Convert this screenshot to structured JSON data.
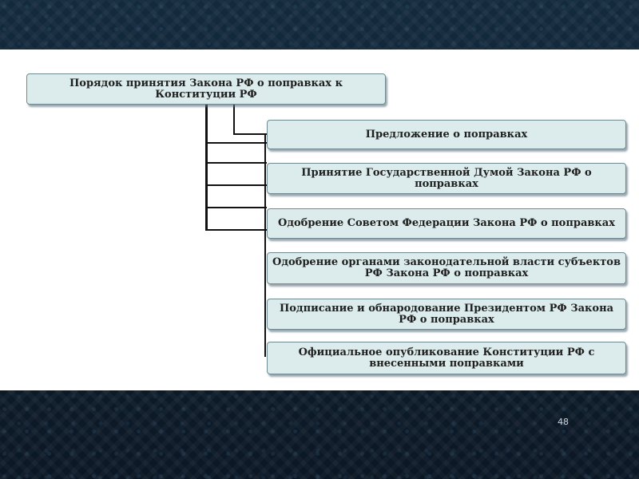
{
  "diagram": {
    "root": "Порядок принятия Закона РФ о поправках к Конституции РФ",
    "steps": [
      "Предложение о поправках",
      "Принятие Государственной Думой Закона РФ о поправках",
      "Одобрение Советом Федерации Закона РФ о поправках",
      "Одобрение органами законодательной власти субъектов РФ Закона РФ о поправках",
      "Подписание и обнародование Президентом РФ Закона РФ о поправках",
      "Официальное опубликование Конституции РФ с внесенными поправками"
    ]
  },
  "slide": {
    "page_number": "48"
  },
  "colors": {
    "node_fill": "#dcecec",
    "node_border": "#6f8a90",
    "background": "#0e1e2e"
  }
}
